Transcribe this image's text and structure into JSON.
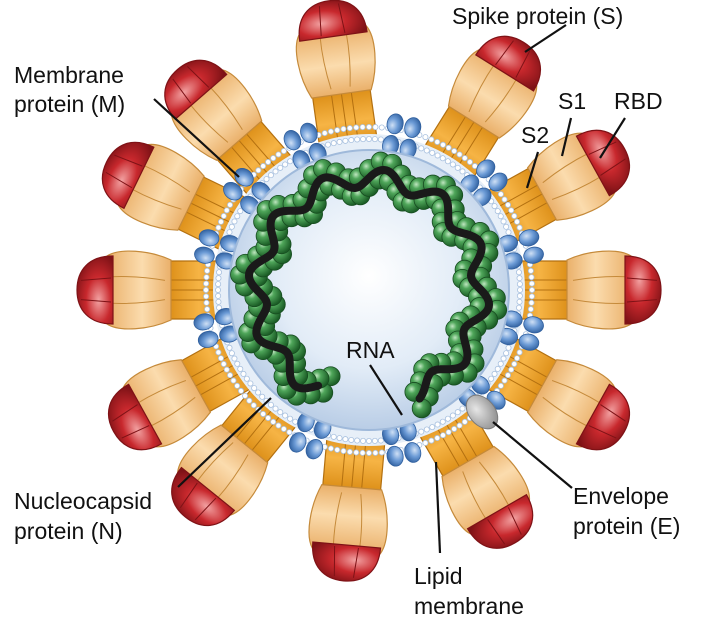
{
  "labels": {
    "spike": "Spike protein (S)",
    "membrane_line1": "Membrane",
    "membrane_line2": "protein (M)",
    "s1": "S1",
    "s2": "S2",
    "rbd": "RBD",
    "rna": "RNA",
    "nucleocapsid_line1": "Nucleocapsid",
    "nucleocapsid_line2": "protein (N)",
    "envelope_line1": "Envelope",
    "envelope_line2": "protein (E)",
    "lipid_line1": "Lipid",
    "lipid_line2": "membrane"
  },
  "colors": {
    "spike_stalk": "#f0a528",
    "spike_head": "#f7c98a",
    "spike_tip": "#c8282d",
    "membrane_protein": "#5a8fcf",
    "lipid": "#dce8f5",
    "interior": "#d6e3f1",
    "nucleocapsid": "#2f8a3e",
    "rna": "#1a1a1a",
    "envelope_protein": "#b5b5b5"
  }
}
